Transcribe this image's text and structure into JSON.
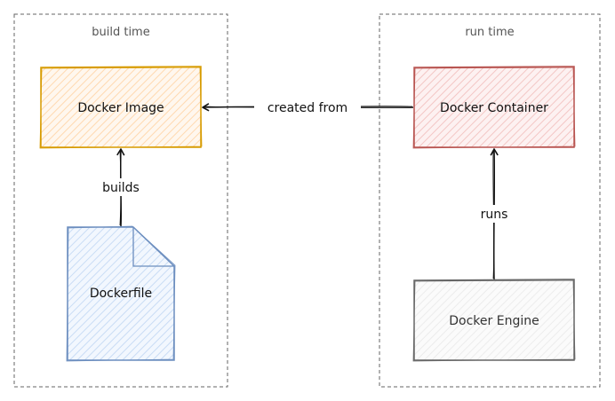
{
  "groups": {
    "build": {
      "label": "build time"
    },
    "run": {
      "label": "run time"
    }
  },
  "nodes": {
    "docker_image": {
      "label": "Docker Image",
      "fill": "#ffe6cc",
      "stroke": "#d79b00"
    },
    "dockerfile": {
      "label": "Dockerfile",
      "fill": "#dae8fc",
      "stroke": "#6c8ebf"
    },
    "docker_container": {
      "label": "Docker Container",
      "fill": "#f8cecc",
      "stroke": "#b85450"
    },
    "docker_engine": {
      "label": "Docker Engine",
      "fill": "#f5f5f5",
      "stroke": "#666666"
    }
  },
  "edges": {
    "builds": {
      "label": "builds"
    },
    "created_from": {
      "label": "created from"
    },
    "runs": {
      "label": "runs"
    }
  },
  "colors": {
    "group_border": "#666666",
    "edge": "#111111"
  }
}
